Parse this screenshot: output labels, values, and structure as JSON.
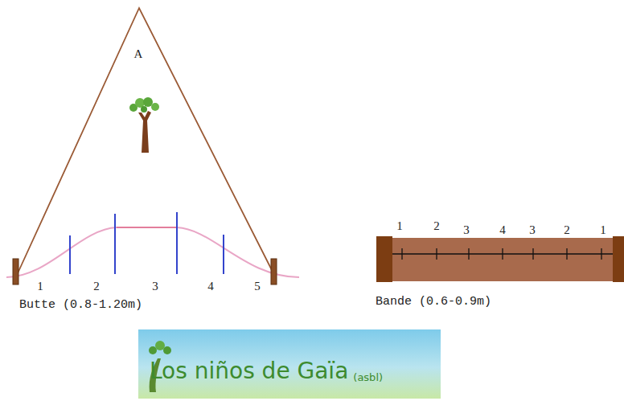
{
  "diagram": {
    "nodes": [
      {
        "text": [
          "Los niños de Gaïa",
          "(asbl)"
        ]
      }
    ],
    "labels": [
      "A",
      "1",
      "2",
      "3",
      "4",
      "5",
      "Butte (0.8-1.20m)",
      "1",
      "2",
      "3",
      "4",
      "3",
      "2",
      "1",
      "Bande (0.6-0.9m)"
    ]
  }
}
